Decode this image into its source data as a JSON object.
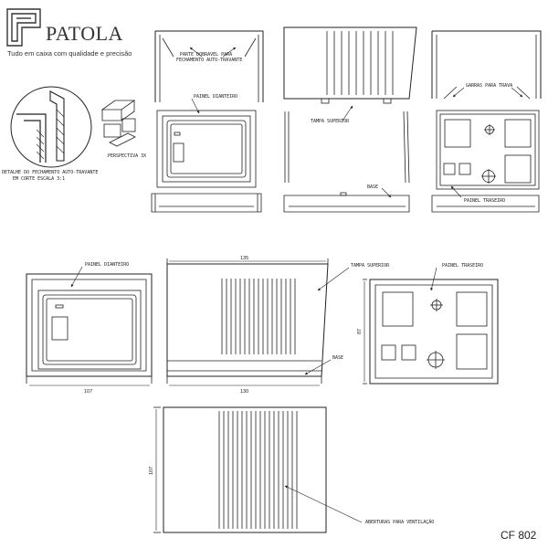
{
  "brand": {
    "name": "PATOLA",
    "tagline": "Tudo em caixa com qualidade e precisão"
  },
  "model": "CF 802",
  "labels": {
    "parte_dobravel": [
      "PARTE DOBRAVEL PARA",
      "FECHAMENTO AUTO-TRAVANTE"
    ],
    "painel_dianteiro": "PAINEL DIANTEIRO",
    "tampa_superior": "TAMPA SUPERIOR",
    "base": "BASE",
    "garras_trava": "GARRAS PARA TRAVA",
    "painel_traseiro": "PAINEL TRASEIRO",
    "perspectiva": "PERSPECTIVA 3X",
    "detalhe": [
      "DETALHE DO FECHAMENTO AUTO-TRAVANTE",
      "EM CORTE ESCALA 3:1"
    ],
    "aberturas": "ABERTURAS PARA VENTILAÇÃO"
  },
  "dimensions": {
    "front_width": "107",
    "top_width": "135",
    "bottom_width": "130",
    "rear_height": "87",
    "plan_depth": "107"
  }
}
